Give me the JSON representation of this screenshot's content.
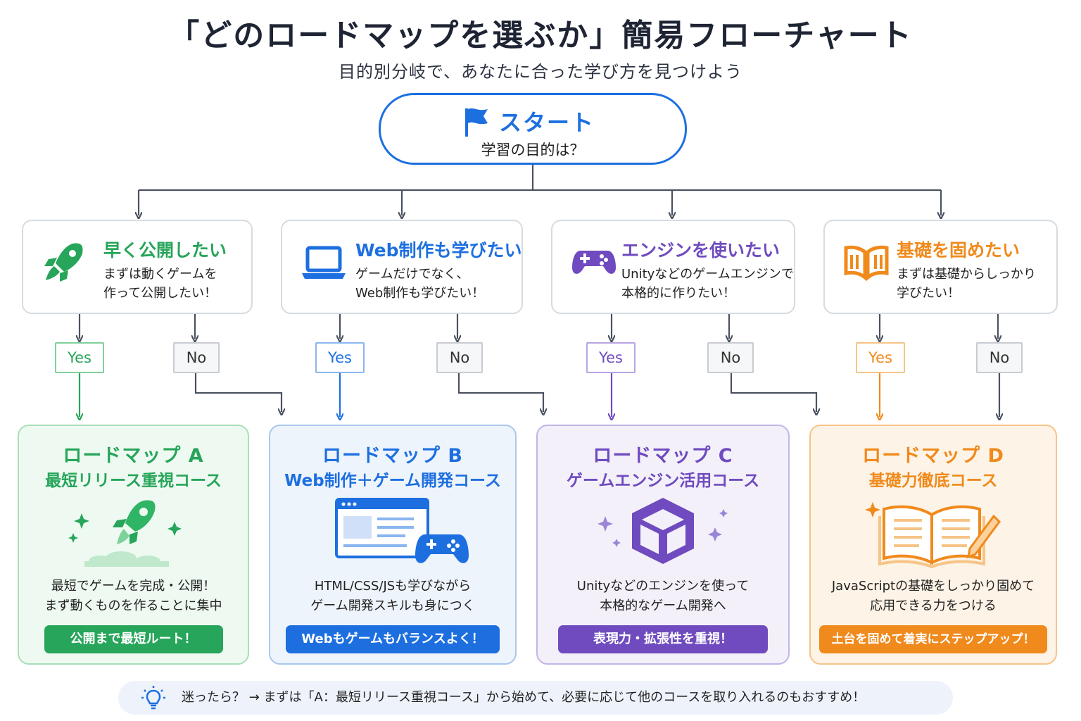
{
  "title": "「どのロードマップを選ぶか」簡易フローチャート",
  "subtitle": "目的別分岐で、あなたに合った学び方を見つけよう",
  "start": {
    "label": "スタート",
    "question": "学習の目的は？",
    "icon": "flag-icon"
  },
  "branches": [
    {
      "title": "早く公開したい",
      "desc": "まずは動くゲームを\n作って公開したい！",
      "icon": "rocket-icon",
      "color": "#27a55a",
      "yes": "Yes",
      "no": "No"
    },
    {
      "title": "Web制作も学びたい",
      "desc": "ゲームだけでなく、\nWeb制作も学びたい！",
      "icon": "laptop-icon",
      "color": "#1d6fe0",
      "yes": "Yes",
      "no": "No"
    },
    {
      "title": "エンジンを使いたい",
      "desc": "Unityなどのゲームエンジンで\n本格的に作りたい！",
      "icon": "gamepad-icon",
      "color": "#6f4bbf",
      "yes": "Yes",
      "no": "No"
    },
    {
      "title": "基礎を固めたい",
      "desc": "まずは基礎からしっかり\n学びたい！",
      "icon": "book-icon",
      "color": "#f08a1c",
      "yes": "Yes",
      "no": "No"
    }
  ],
  "roadmaps": [
    {
      "title": "ロードマップ A",
      "subtitle": "最短リリース重視コース",
      "desc": "最短でゲームを完成・公開！\nまず動くものを作ることに集中",
      "button": "公開まで最短ルート！",
      "illustration": "rocket-illustration",
      "color": "#27a55a"
    },
    {
      "title": "ロードマップ B",
      "subtitle": "Web制作＋ゲーム開発コース",
      "desc": "HTML/CSS/JSも学びながら\nゲーム開発スキルも身につく",
      "button": "Webもゲームもバランスよく！",
      "illustration": "browser-gamepad-illustration",
      "color": "#1d6fe0"
    },
    {
      "title": "ロードマップ C",
      "subtitle": "ゲームエンジン活用コース",
      "desc": "Unityなどのエンジンを使って\n本格的なゲーム開発へ",
      "button": "表現力・拡張性を重視！",
      "illustration": "cube-illustration",
      "color": "#6f4bbf"
    },
    {
      "title": "ロードマップ D",
      "subtitle": "基礎力徹底コース",
      "desc": "JavaScriptの基礎をしっかり固めて\n応用できる力をつける",
      "button": "土台を固めて着実にステップアップ！",
      "illustration": "book-pencil-illustration",
      "color": "#f08a1c"
    }
  ],
  "tip": {
    "text": "迷ったら？ → まずは「A：最短リリース重視コース」から始めて、必要に応じて他のコースを取り入れるのもおすすめ！",
    "icon": "lightbulb-icon"
  }
}
